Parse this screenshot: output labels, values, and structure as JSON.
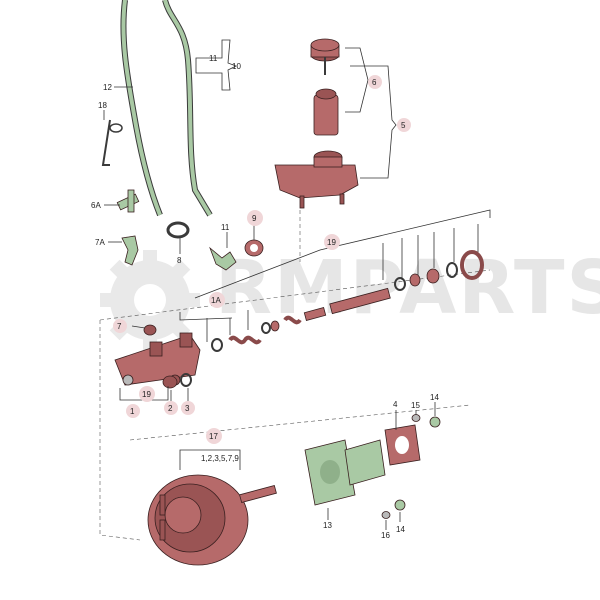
{
  "diagram": {
    "watermark": "RMPARTS",
    "callouts": [
      {
        "id": "c12",
        "text": "12"
      },
      {
        "id": "c18",
        "text": "18"
      },
      {
        "id": "c6A",
        "text": "6A"
      },
      {
        "id": "c7A",
        "text": "7A"
      },
      {
        "id": "c8",
        "text": "8"
      },
      {
        "id": "c11a",
        "text": "11"
      },
      {
        "id": "c10",
        "text": "10"
      },
      {
        "id": "c11b",
        "text": "11"
      },
      {
        "id": "c9",
        "text": "9"
      },
      {
        "id": "c6",
        "text": "6"
      },
      {
        "id": "c5",
        "text": "5"
      },
      {
        "id": "c19a",
        "text": "19"
      },
      {
        "id": "c1A",
        "text": "1A"
      },
      {
        "id": "c7",
        "text": "7"
      },
      {
        "id": "c19b",
        "text": "19"
      },
      {
        "id": "c1",
        "text": "1"
      },
      {
        "id": "c2",
        "text": "2"
      },
      {
        "id": "c3",
        "text": "3"
      },
      {
        "id": "c4",
        "text": "4"
      },
      {
        "id": "c15",
        "text": "15"
      },
      {
        "id": "c14a",
        "text": "14"
      },
      {
        "id": "c17",
        "text": "17"
      },
      {
        "id": "c17sub",
        "text": "1,2,3,5,7,9"
      },
      {
        "id": "c13",
        "text": "13"
      },
      {
        "id": "c16",
        "text": "16"
      },
      {
        "id": "c14b",
        "text": "14"
      }
    ]
  }
}
